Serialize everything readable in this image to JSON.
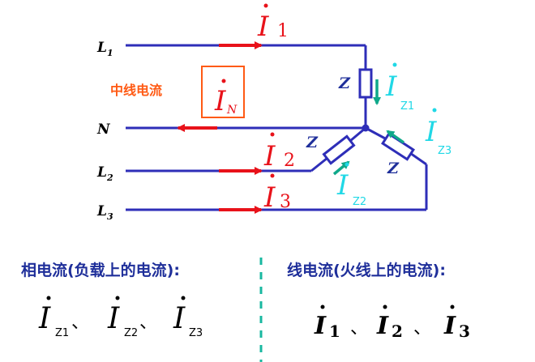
{
  "colors": {
    "wire": "#2e2eb8",
    "red": "#e8121a",
    "cyan": "#20d8e6",
    "teal": "#0fa88a",
    "orange": "#ff5a14",
    "navy": "#1f2f9a",
    "black": "#000000",
    "divider": "#19b8a0"
  },
  "lines": {
    "L1": {
      "letter": "L",
      "sub": "1"
    },
    "N": {
      "letter": "N"
    },
    "L2": {
      "letter": "L",
      "sub": "2"
    },
    "L3": {
      "letter": "L",
      "sub": "3"
    }
  },
  "neutral_label": "中线电流",
  "currents": {
    "I1": {
      "letter": "I",
      "sub": "1"
    },
    "I2": {
      "letter": "I",
      "sub": "2"
    },
    "I3": {
      "letter": "I",
      "sub": "3"
    },
    "IN": {
      "letter": "I",
      "sub": "N"
    },
    "IZ1": {
      "letter": "I",
      "sub": "Z1"
    },
    "IZ2": {
      "letter": "I",
      "sub": "Z2"
    },
    "IZ3": {
      "letter": "I",
      "sub": "Z3"
    }
  },
  "impedance_label": "Z",
  "phase_current_heading": "相电流(负载上的电流):",
  "line_current_heading": "线电流(火线上的电流):",
  "separator": "、",
  "phase_list": [
    {
      "letter": "I",
      "sub": "Z1"
    },
    {
      "letter": "I",
      "sub": "Z2"
    },
    {
      "letter": "I",
      "sub": "Z3"
    }
  ],
  "line_list": [
    {
      "letter": "I",
      "sub": "1"
    },
    {
      "letter": "I",
      "sub": "2"
    },
    {
      "letter": "I",
      "sub": "3"
    }
  ]
}
